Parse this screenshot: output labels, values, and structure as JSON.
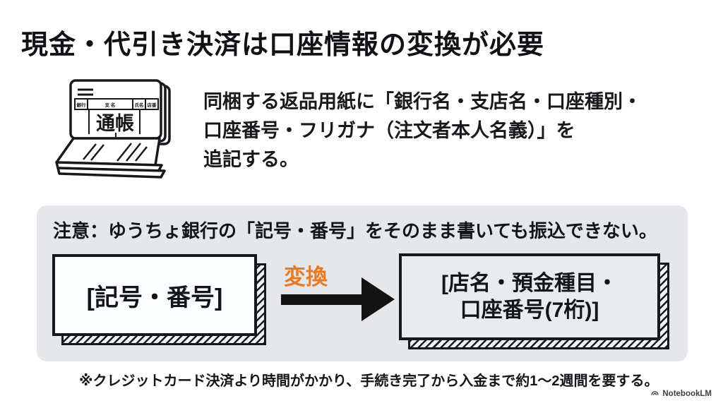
{
  "slide": {
    "title": "現金・代引き決済は口座情報の変換が必要",
    "intro": {
      "line1": "同梱する返品用紙に「銀行名・支店名・口座種別・",
      "line2": "口座番号・フリガナ（注文者本人名義）」を",
      "line3": "追記する。"
    },
    "passbook": {
      "label": "通帳",
      "header_cells": [
        "銀行",
        "支 名",
        "氏名",
        "店番"
      ]
    },
    "notice_panel": {
      "warning": "注意：ゆうちょ銀行の「記号・番号」をそのまま書いても振込できない。",
      "before_box": "[記号・番号]",
      "conversion_label": "変換",
      "after_box_line1": "[店名・預金種目・",
      "after_box_line2": "口座番号(7桁)]"
    },
    "footnote": "※クレジットカード決済より時間がかかり、手続き完了から入金まで約1～2週間を要する。",
    "watermark": "NotebookLM",
    "colors": {
      "accent_orange": "#E97A21",
      "panel_gray": "#E5E7EA",
      "text_black": "#16181b"
    }
  }
}
